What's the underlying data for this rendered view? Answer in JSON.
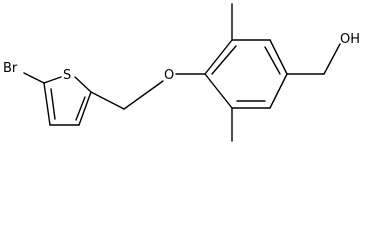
{
  "molecule": {
    "atoms": {
      "bromine": "Br",
      "sulfur": "S",
      "oxygen": "O",
      "hydroxyl": "OH"
    },
    "bond_color": "#000000",
    "background_color": "#ffffff"
  }
}
